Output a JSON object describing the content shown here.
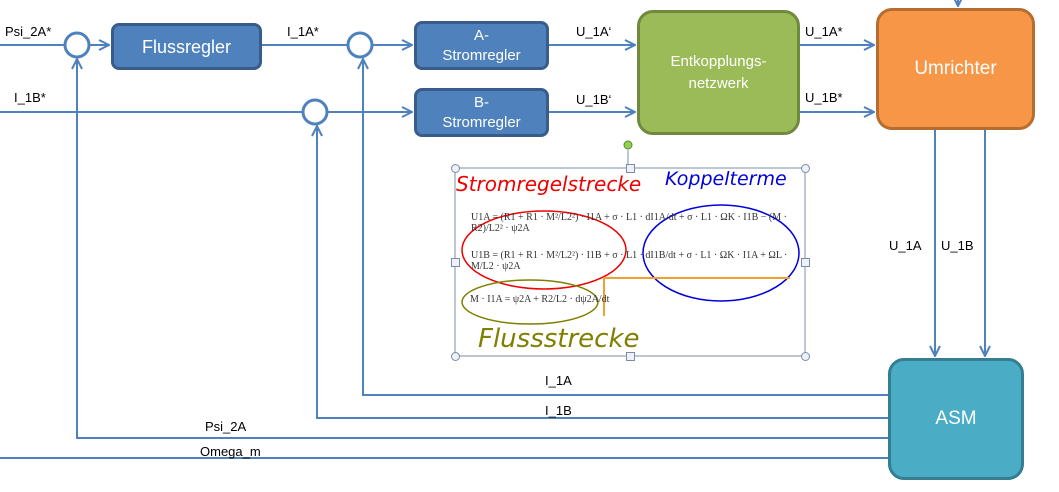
{
  "blocks": {
    "flussregler": "Flussregler",
    "a_strom": "A-\nStromregler",
    "b_strom": "B-\nStromregler",
    "entkopplung": "Entkopplungs-\nnetzwerk",
    "umrichter": "Umrichter",
    "asm": "ASM"
  },
  "signals": {
    "psi_2a_ref": "Psi_2A*",
    "i_1b_ref": "I_1B*",
    "i_1a_ref": "I_1A*",
    "u_1a_prime": "U_1A‘",
    "u_1b_prime": "U_1B‘",
    "u_1a_ref": "U_1A*",
    "u_1b_ref": "U_1B*",
    "u_1a": "U_1A",
    "u_1b": "U_1B",
    "i_1a": "I_1A",
    "i_1b": "I_1B",
    "psi_2a": "Psi_2A",
    "omega_m": "Omega_m"
  },
  "annotations": {
    "strom": "Stromregelstrecke",
    "koppel": "Koppelterme",
    "fluss": "Flussstrecke"
  },
  "equations": {
    "eq1": "U1A = (R1 + R1 · M²/L2²) · I1A + σ · L1 · dI1A/dt + σ · L1 · ΩK · I1B − (M · R2)/L2² · ψ2A",
    "eq2": "U1B = (R1 + R1 · M²/L2²) · I1B + σ · L1 · dI1B/dt + σ · L1 · ΩK · I1A + ΩL · M/L2 · ψ2A",
    "eq3": "M · I1A = ψ2A + R2/L2 · dψ2A/dt"
  },
  "colors": {
    "line": "#4f81bd",
    "block_blue": "#4f81bd",
    "green": "#9bbb59",
    "orange": "#f79646",
    "teal": "#4bacc6"
  }
}
